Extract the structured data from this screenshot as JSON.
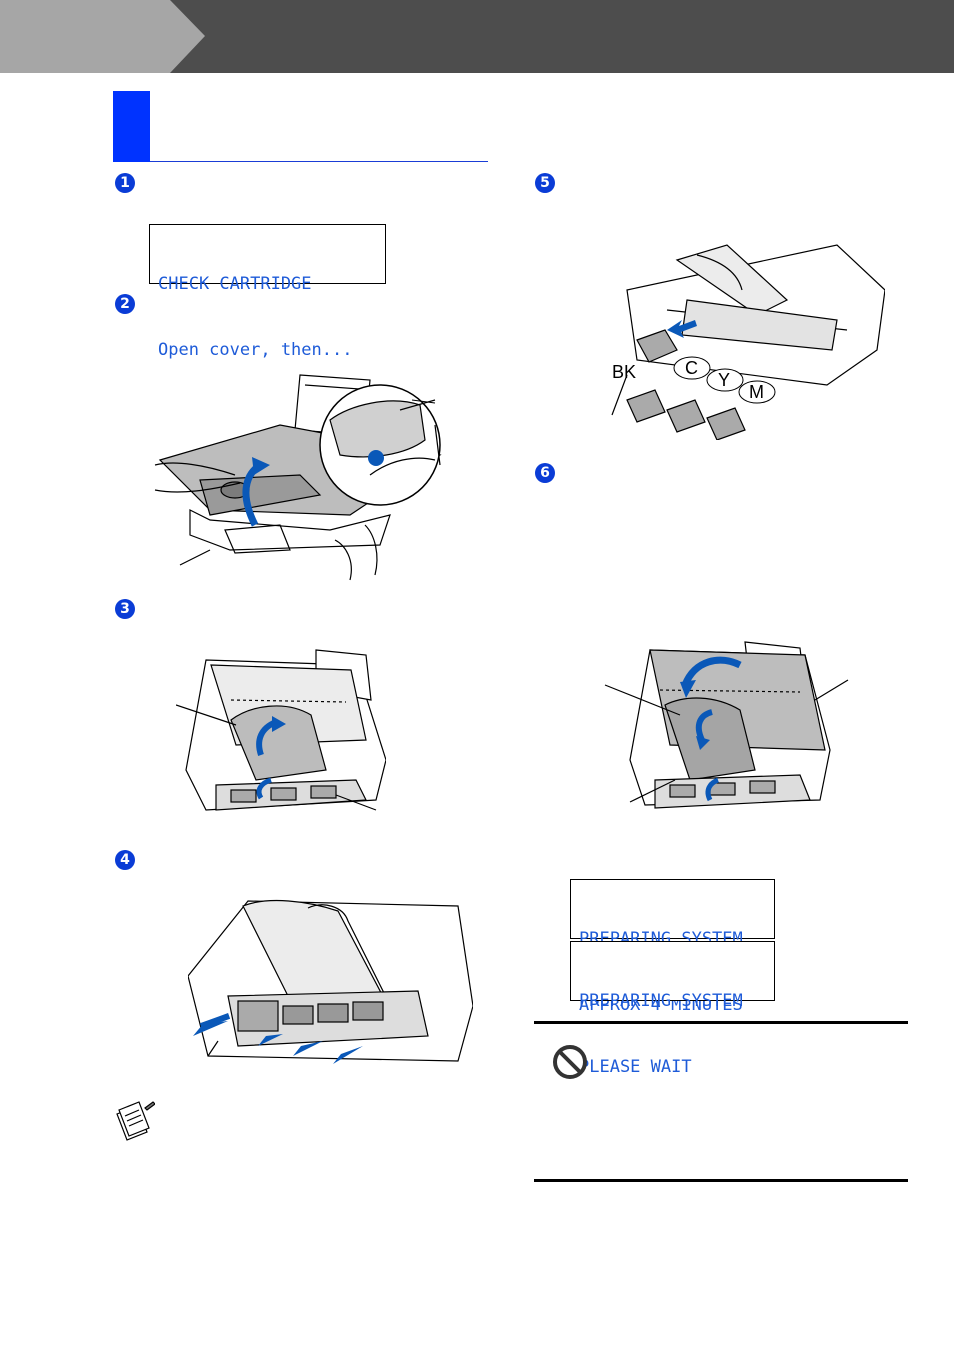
{
  "lcd": {
    "check_line1": "CHECK CARTRIDGE",
    "check_line2": "Open cover, then...",
    "prep1_line1": "PREPARING SYSTEM",
    "prep1_line2": "APPROX 4 MINUTES",
    "prep2_line1": "PREPARING SYSTEM",
    "prep2_line2": "PLEASE WAIT"
  },
  "steps": [
    "1",
    "2",
    "3",
    "4",
    "5",
    "6"
  ],
  "cartridges": [
    "BK",
    "C",
    "Y",
    "M"
  ],
  "colors": {
    "header_bar": "#4d4d4d",
    "header_tab": "#999999",
    "accent_blue": "#0a3cd6",
    "lcd_text": "#1e5bd8"
  },
  "icons": [
    "note-icon",
    "prohibited-icon"
  ]
}
